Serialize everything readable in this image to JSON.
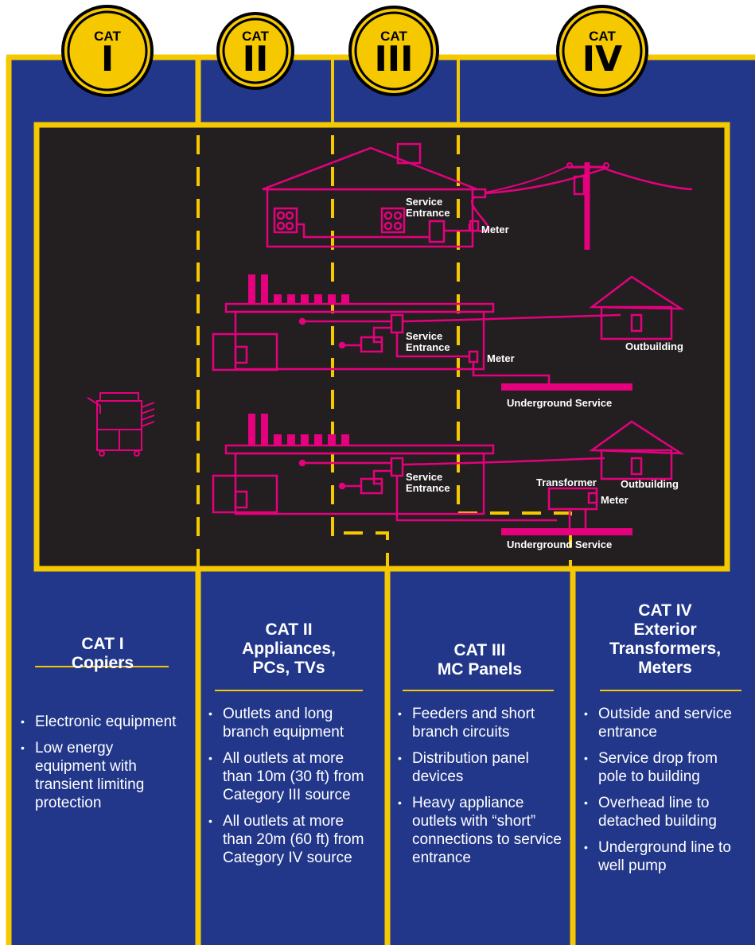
{
  "badges": [
    {
      "top": "CAT",
      "numeral": "I"
    },
    {
      "top": "CAT",
      "numeral": "II"
    },
    {
      "top": "CAT",
      "numeral": "III"
    },
    {
      "top": "CAT",
      "numeral": "IV"
    }
  ],
  "diagram_labels": {
    "service_entrance_1": [
      "Service",
      "Entrance"
    ],
    "meter_1": "Meter",
    "service_entrance_2": [
      "Service",
      "Entrance"
    ],
    "meter_2": "Meter",
    "outbuilding_1": "Outbuilding",
    "underground_service_1": "Underground Service",
    "service_entrance_3": [
      "Service",
      "Entrance"
    ],
    "transformer": "Transformer",
    "outbuilding_2": "Outbuilding",
    "meter_3": "Meter",
    "underground_service_2": "Underground Service"
  },
  "columns": [
    {
      "title": [
        "CAT I",
        "Copiers"
      ],
      "bullets": [
        "Electronic equipment",
        "Low energy equipment  with transient limiting protection"
      ]
    },
    {
      "title": [
        "CAT II",
        "Appliances,",
        "PCs, TVs"
      ],
      "bullets": [
        "Outlets and long branch equipment",
        "All outlets at more than 10m (30 ft) from Category III source",
        "All outlets at more than 20m (60 ft) from Category IV source"
      ]
    },
    {
      "title": [
        "CAT III",
        "MC Panels"
      ],
      "bullets": [
        "Feeders and short branch circuits",
        "Distribution panel devices",
        "Heavy appliance outlets with “short” connections to service entrance"
      ]
    },
    {
      "title": [
        "CAT IV",
        "Exterior",
        "Transformers,",
        "Meters"
      ],
      "bullets": [
        "Outside and service entrance",
        "Service drop from pole to building",
        "Overhead line to detached building",
        "Underground line to well pump"
      ]
    }
  ],
  "colors": {
    "navy": "#22378a",
    "yellow": "#f5c800",
    "black": "#231f20",
    "magenta": "#e5007e",
    "white": "#ffffff"
  }
}
